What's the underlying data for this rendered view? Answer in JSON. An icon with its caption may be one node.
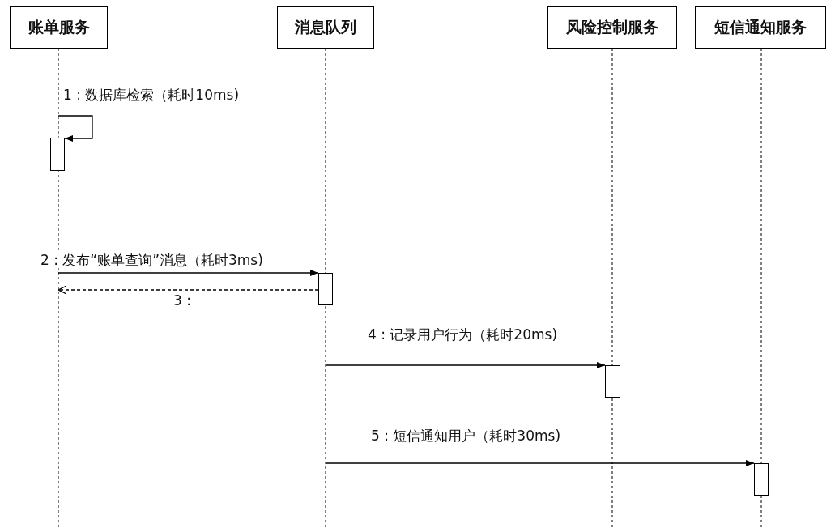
{
  "diagram": {
    "nodes": [
      {
        "text": [
          "账单服务"
        ]
      },
      {
        "text": [
          "消息队列"
        ]
      },
      {
        "text": [
          "风险控制服务"
        ]
      },
      {
        "text": [
          "短信通知服务"
        ]
      },
      {
        "text": [],
        "shape": "bar"
      },
      {
        "text": [],
        "shape": "bar"
      },
      {
        "text": [],
        "shape": "bar"
      },
      {
        "text": [],
        "shape": "bar"
      }
    ],
    "edges": [
      {
        "from": null,
        "to": 4,
        "arrow": "to",
        "label": "1 : 数据库检索（耗时10ms)"
      },
      {
        "from": null,
        "to": 5,
        "arrow": "to",
        "label": "2 : 发布“账单查询”消息（耗时3ms)"
      },
      {
        "from": 5,
        "to": null,
        "arrow": "to",
        "label": "3 :",
        "style": "dashed"
      },
      {
        "from": null,
        "to": 6,
        "arrow": "to",
        "label": "4 : 记录用户行为（耗时20ms)"
      },
      {
        "from": null,
        "to": 7,
        "arrow": "to",
        "label": "5 : 短信通知用户（耗时30ms)"
      }
    ]
  }
}
